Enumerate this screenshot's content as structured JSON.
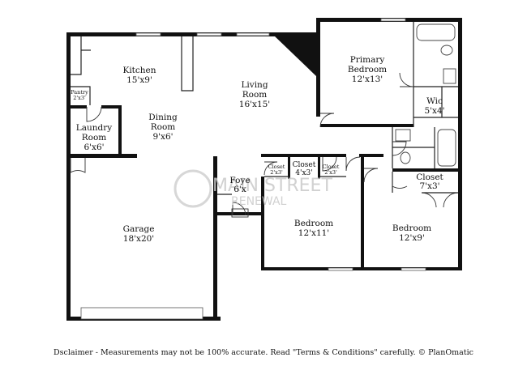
{
  "rooms": {
    "kitchen": {
      "name": "Kitchen",
      "size": "15'x9'"
    },
    "living_room": {
      "name": "Living Room",
      "line1": "Living",
      "line2": "Room",
      "size": "16'x15'"
    },
    "primary_bedroom": {
      "line1": "Primary",
      "line2": "Bedroom",
      "size": "12'x13'"
    },
    "pantry": {
      "name": "Pantry",
      "size": "2'x3'"
    },
    "dining_room": {
      "line1": "Dining",
      "line2": "Room",
      "size": "9'x6'"
    },
    "laundry_room": {
      "line1": "Laundry",
      "line2": "Room",
      "size": "6'x6'"
    },
    "wic": {
      "name": "Wic",
      "size": "5'x4'"
    },
    "closet_small_a": {
      "name": "Closet",
      "size": "2'x3'"
    },
    "closet_mid": {
      "name": "Closet",
      "size": "4'x3'"
    },
    "closet_small_b": {
      "name": "Closet",
      "size": "2'x3'"
    },
    "closet_right": {
      "name": "Closet",
      "size": "7'x3'"
    },
    "garage": {
      "name": "Garage",
      "size": "18'x20'"
    },
    "bedroom_middle": {
      "name": "Bedroom",
      "size": "12'x11'"
    },
    "bedroom_right": {
      "name": "Bedroom",
      "size": "12'x9'"
    },
    "foyer_partial": {
      "line1": "Foye",
      "line2": "6'x"
    }
  },
  "watermark": {
    "line1": "MAIN STREET",
    "line2": "RENEWAL"
  },
  "footer": {
    "disclaimer": "Dsclaimer - Measurements may not be 100% accurate. Read \"Terms & Conditions\" carefully. © PlanOmatic"
  },
  "colors": {
    "wall": "#111111",
    "background": "#ffffff",
    "text": "#111111",
    "watermark": "#c9c9c9"
  }
}
